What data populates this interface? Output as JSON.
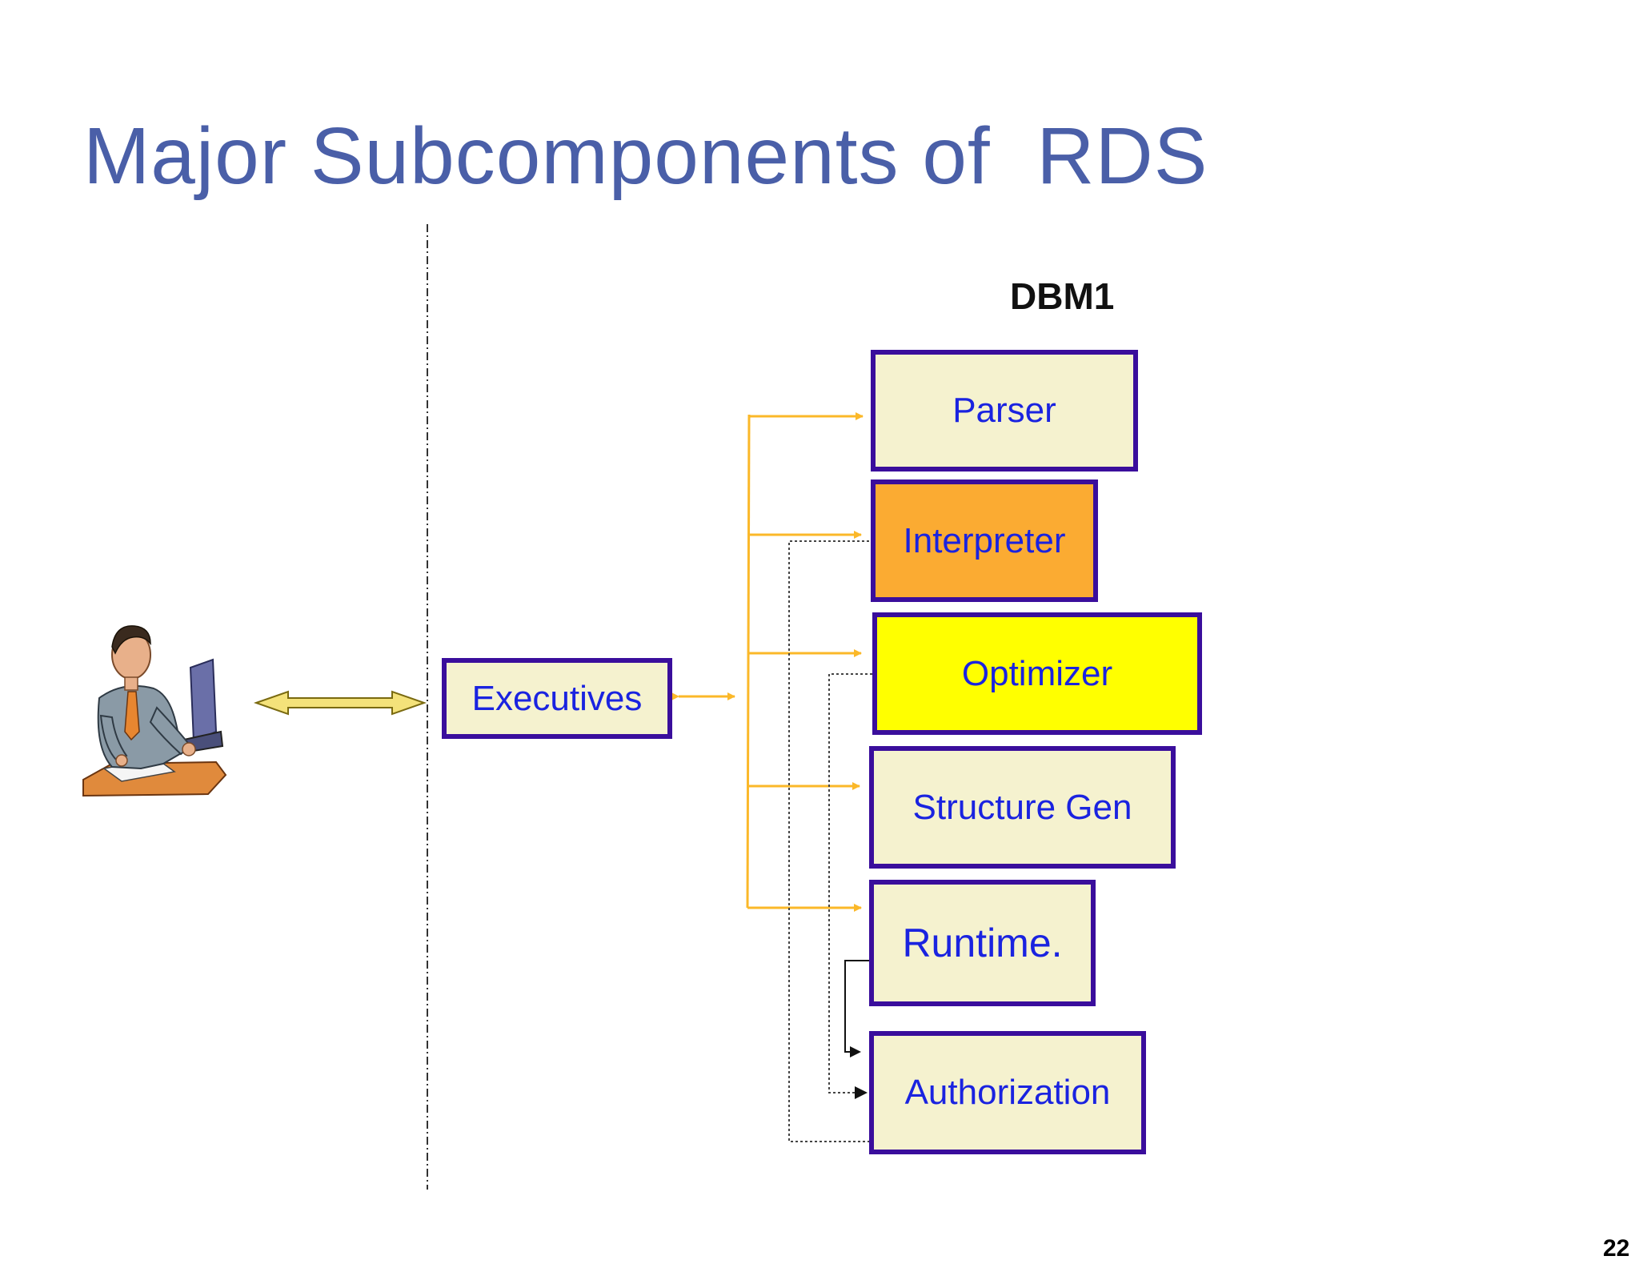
{
  "slide": {
    "title": "Major Subcomponents of  RDS",
    "region_label": "DBM1",
    "page_number": "22"
  },
  "diagram": {
    "nodes": {
      "executives": "Executives",
      "parser": "Parser",
      "interpreter": "Interpreter",
      "optimizer": "Optimizer",
      "structure_gen": "Structure Gen",
      "runtime": "Runtime.",
      "authorization": "Authorization"
    },
    "colors": {
      "title": "#4a5fa8",
      "box_border": "#3a0e9c",
      "box_fill": "#f5f2cf",
      "box_text": "#1a23e0",
      "interpreter_fill": "#fbab32",
      "optimizer_fill": "#ffff00",
      "orange_connector": "#fbb829",
      "dotted_connector": "#444444"
    },
    "icons": [
      "person-at-computer-icon",
      "double-arrow-icon"
    ]
  }
}
